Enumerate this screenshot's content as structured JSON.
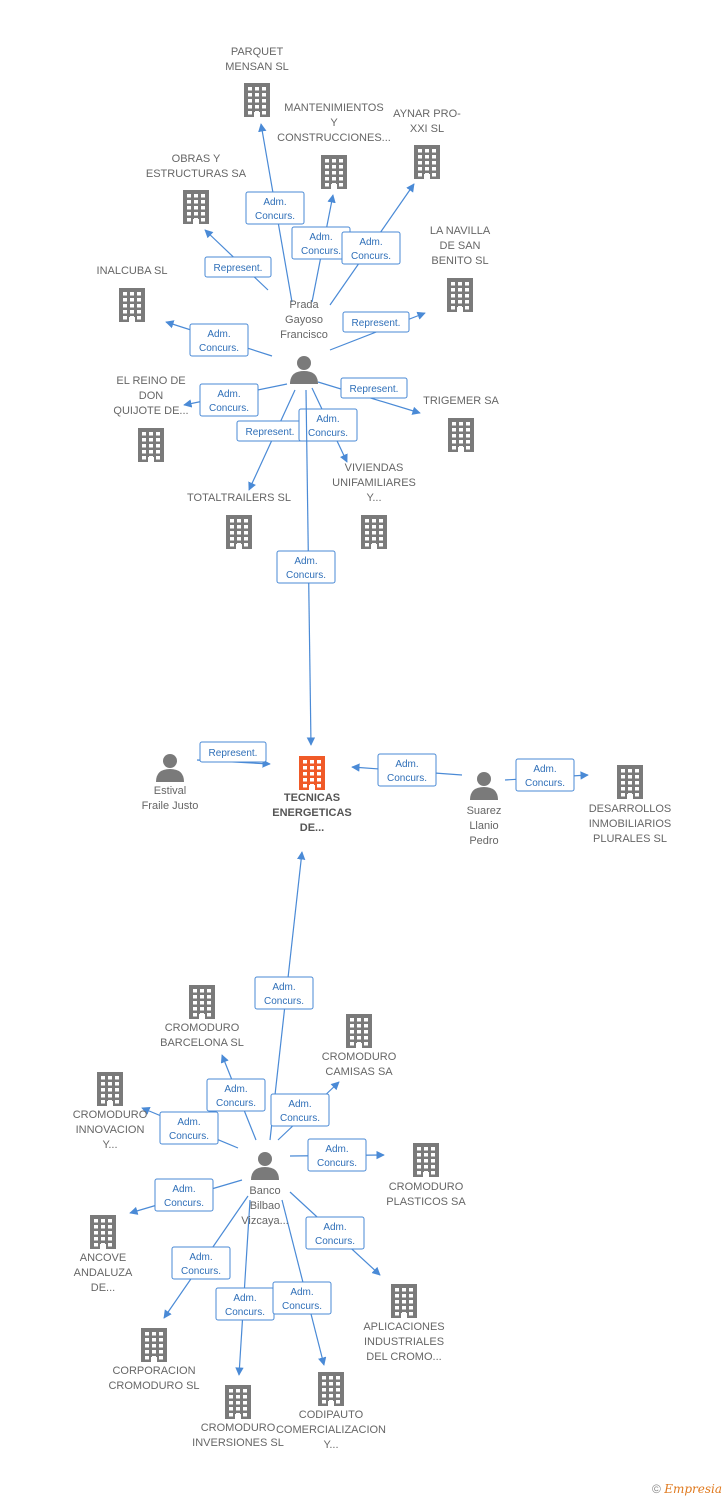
{
  "colors": {
    "edge": "#4a8ad6",
    "company": "#7a7a7a",
    "main_company": "#f05a28",
    "person": "#7a7a7a"
  },
  "nodes": [
    {
      "id": "main",
      "type": "company-main",
      "label": [
        "TECNICAS",
        "ENERGETICAS",
        "DE..."
      ]
    },
    {
      "id": "prada",
      "type": "person",
      "label": [
        "Prada",
        "Gayoso",
        "Francisco"
      ]
    },
    {
      "id": "estival",
      "type": "person",
      "label": [
        "Estival",
        "Fraile Justo"
      ]
    },
    {
      "id": "suarez",
      "type": "person",
      "label": [
        "Suarez",
        "Llanio",
        "Pedro"
      ]
    },
    {
      "id": "banco",
      "type": "person",
      "label": [
        "Banco",
        "Bilbao",
        "Vizcaya..."
      ]
    },
    {
      "id": "parquet",
      "type": "company",
      "label": [
        "PARQUET",
        "MENSAN SL"
      ]
    },
    {
      "id": "mantenimientos",
      "type": "company",
      "label": [
        "MANTENIMIENTOS",
        "Y",
        "CONSTRUCCIONES..."
      ]
    },
    {
      "id": "aynar",
      "type": "company",
      "label": [
        "AYNAR PRO-",
        "XXI SL"
      ]
    },
    {
      "id": "obras",
      "type": "company",
      "label": [
        "OBRAS Y",
        "ESTRUCTURAS SA"
      ]
    },
    {
      "id": "navilla",
      "type": "company",
      "label": [
        "LA NAVILLA",
        "DE SAN",
        "BENITO SL"
      ]
    },
    {
      "id": "inalcuba",
      "type": "company",
      "label": [
        "INALCUBA SL"
      ]
    },
    {
      "id": "reino",
      "type": "company",
      "label": [
        "EL REINO DE",
        "DON",
        "QUIJOTE DE..."
      ]
    },
    {
      "id": "trigemer",
      "type": "company",
      "label": [
        "TRIGEMER SA"
      ]
    },
    {
      "id": "totaltrailers",
      "type": "company",
      "label": [
        "TOTALTRAILERS SL"
      ]
    },
    {
      "id": "viviendas",
      "type": "company",
      "label": [
        "VIVIENDAS",
        "UNIFAMILIARES",
        "Y..."
      ]
    },
    {
      "id": "desarrollos",
      "type": "company",
      "label": [
        "DESARROLLOS",
        "INMOBILIARIOS",
        "PLURALES SL"
      ]
    },
    {
      "id": "cromo_barcelona",
      "type": "company",
      "label": [
        "CROMODURO",
        "BARCELONA SL"
      ]
    },
    {
      "id": "cromo_camisas",
      "type": "company",
      "label": [
        "CROMODURO",
        "CAMISAS SA"
      ]
    },
    {
      "id": "cromo_innovacion",
      "type": "company",
      "label": [
        "CROMODURO",
        "INNOVACION",
        "Y..."
      ]
    },
    {
      "id": "cromo_plasticos",
      "type": "company",
      "label": [
        "CROMODURO",
        "PLASTICOS SA"
      ]
    },
    {
      "id": "ancove",
      "type": "company",
      "label": [
        "ANCOVE",
        "ANDALUZA",
        "DE..."
      ]
    },
    {
      "id": "aplicaciones",
      "type": "company",
      "label": [
        "APLICACIONES",
        "INDUSTRIALES",
        "DEL CROMO..."
      ]
    },
    {
      "id": "corporacion",
      "type": "company",
      "label": [
        "CORPORACION",
        "CROMODURO SL"
      ]
    },
    {
      "id": "cromo_inversiones",
      "type": "company",
      "label": [
        "CROMODURO",
        "INVERSIONES SL"
      ]
    },
    {
      "id": "codipauto",
      "type": "company",
      "label": [
        "CODIPAUTO",
        "COMERCIALIZACION",
        "Y..."
      ]
    }
  ],
  "edges": [
    {
      "from": "prada",
      "to": "parquet",
      "label": [
        "Adm.",
        "Concurs."
      ]
    },
    {
      "from": "prada",
      "to": "mantenimientos",
      "label": [
        "Adm.",
        "Concurs."
      ]
    },
    {
      "from": "prada",
      "to": "aynar",
      "label": [
        "Adm.",
        "Concurs."
      ]
    },
    {
      "from": "prada",
      "to": "obras",
      "label": [
        "Represent."
      ]
    },
    {
      "from": "prada",
      "to": "navilla",
      "label": [
        "Represent."
      ]
    },
    {
      "from": "prada",
      "to": "inalcuba",
      "label": [
        "Adm.",
        "Concurs."
      ]
    },
    {
      "from": "prada",
      "to": "reino",
      "label": [
        "Adm.",
        "Concurs."
      ]
    },
    {
      "from": "prada",
      "to": "trigemer",
      "label": [
        "Represent."
      ]
    },
    {
      "from": "prada",
      "to": "totaltrailers",
      "label": [
        "Represent."
      ]
    },
    {
      "from": "prada",
      "to": "viviendas",
      "label": [
        "Adm.",
        "Concurs."
      ]
    },
    {
      "from": "prada",
      "to": "main",
      "label": [
        "Adm.",
        "Concurs."
      ]
    },
    {
      "from": "estival",
      "to": "main",
      "label": [
        "Represent."
      ]
    },
    {
      "from": "suarez",
      "to": "main",
      "label": [
        "Adm.",
        "Concurs."
      ]
    },
    {
      "from": "suarez",
      "to": "desarrollos",
      "label": [
        "Adm.",
        "Concurs."
      ]
    },
    {
      "from": "banco",
      "to": "main",
      "label": [
        "Adm.",
        "Concurs."
      ]
    },
    {
      "from": "banco",
      "to": "cromo_barcelona",
      "label": [
        "Adm.",
        "Concurs."
      ]
    },
    {
      "from": "banco",
      "to": "cromo_camisas",
      "label": [
        "Adm.",
        "Concurs."
      ]
    },
    {
      "from": "banco",
      "to": "cromo_innovacion",
      "label": [
        "Adm.",
        "Concurs."
      ]
    },
    {
      "from": "banco",
      "to": "cromo_plasticos",
      "label": [
        "Adm.",
        "Concurs."
      ]
    },
    {
      "from": "banco",
      "to": "ancove",
      "label": [
        "Adm.",
        "Concurs."
      ]
    },
    {
      "from": "banco",
      "to": "aplicaciones",
      "label": [
        "Adm.",
        "Concurs."
      ]
    },
    {
      "from": "banco",
      "to": "corporacion",
      "label": [
        "Adm.",
        "Concurs."
      ]
    },
    {
      "from": "banco",
      "to": "cromo_inversiones",
      "label": [
        "Adm.",
        "Concurs."
      ]
    },
    {
      "from": "banco",
      "to": "codipauto",
      "label": [
        "Adm.",
        "Concurs."
      ]
    }
  ],
  "footer": {
    "copyright": "©",
    "brand": "Empresia"
  }
}
